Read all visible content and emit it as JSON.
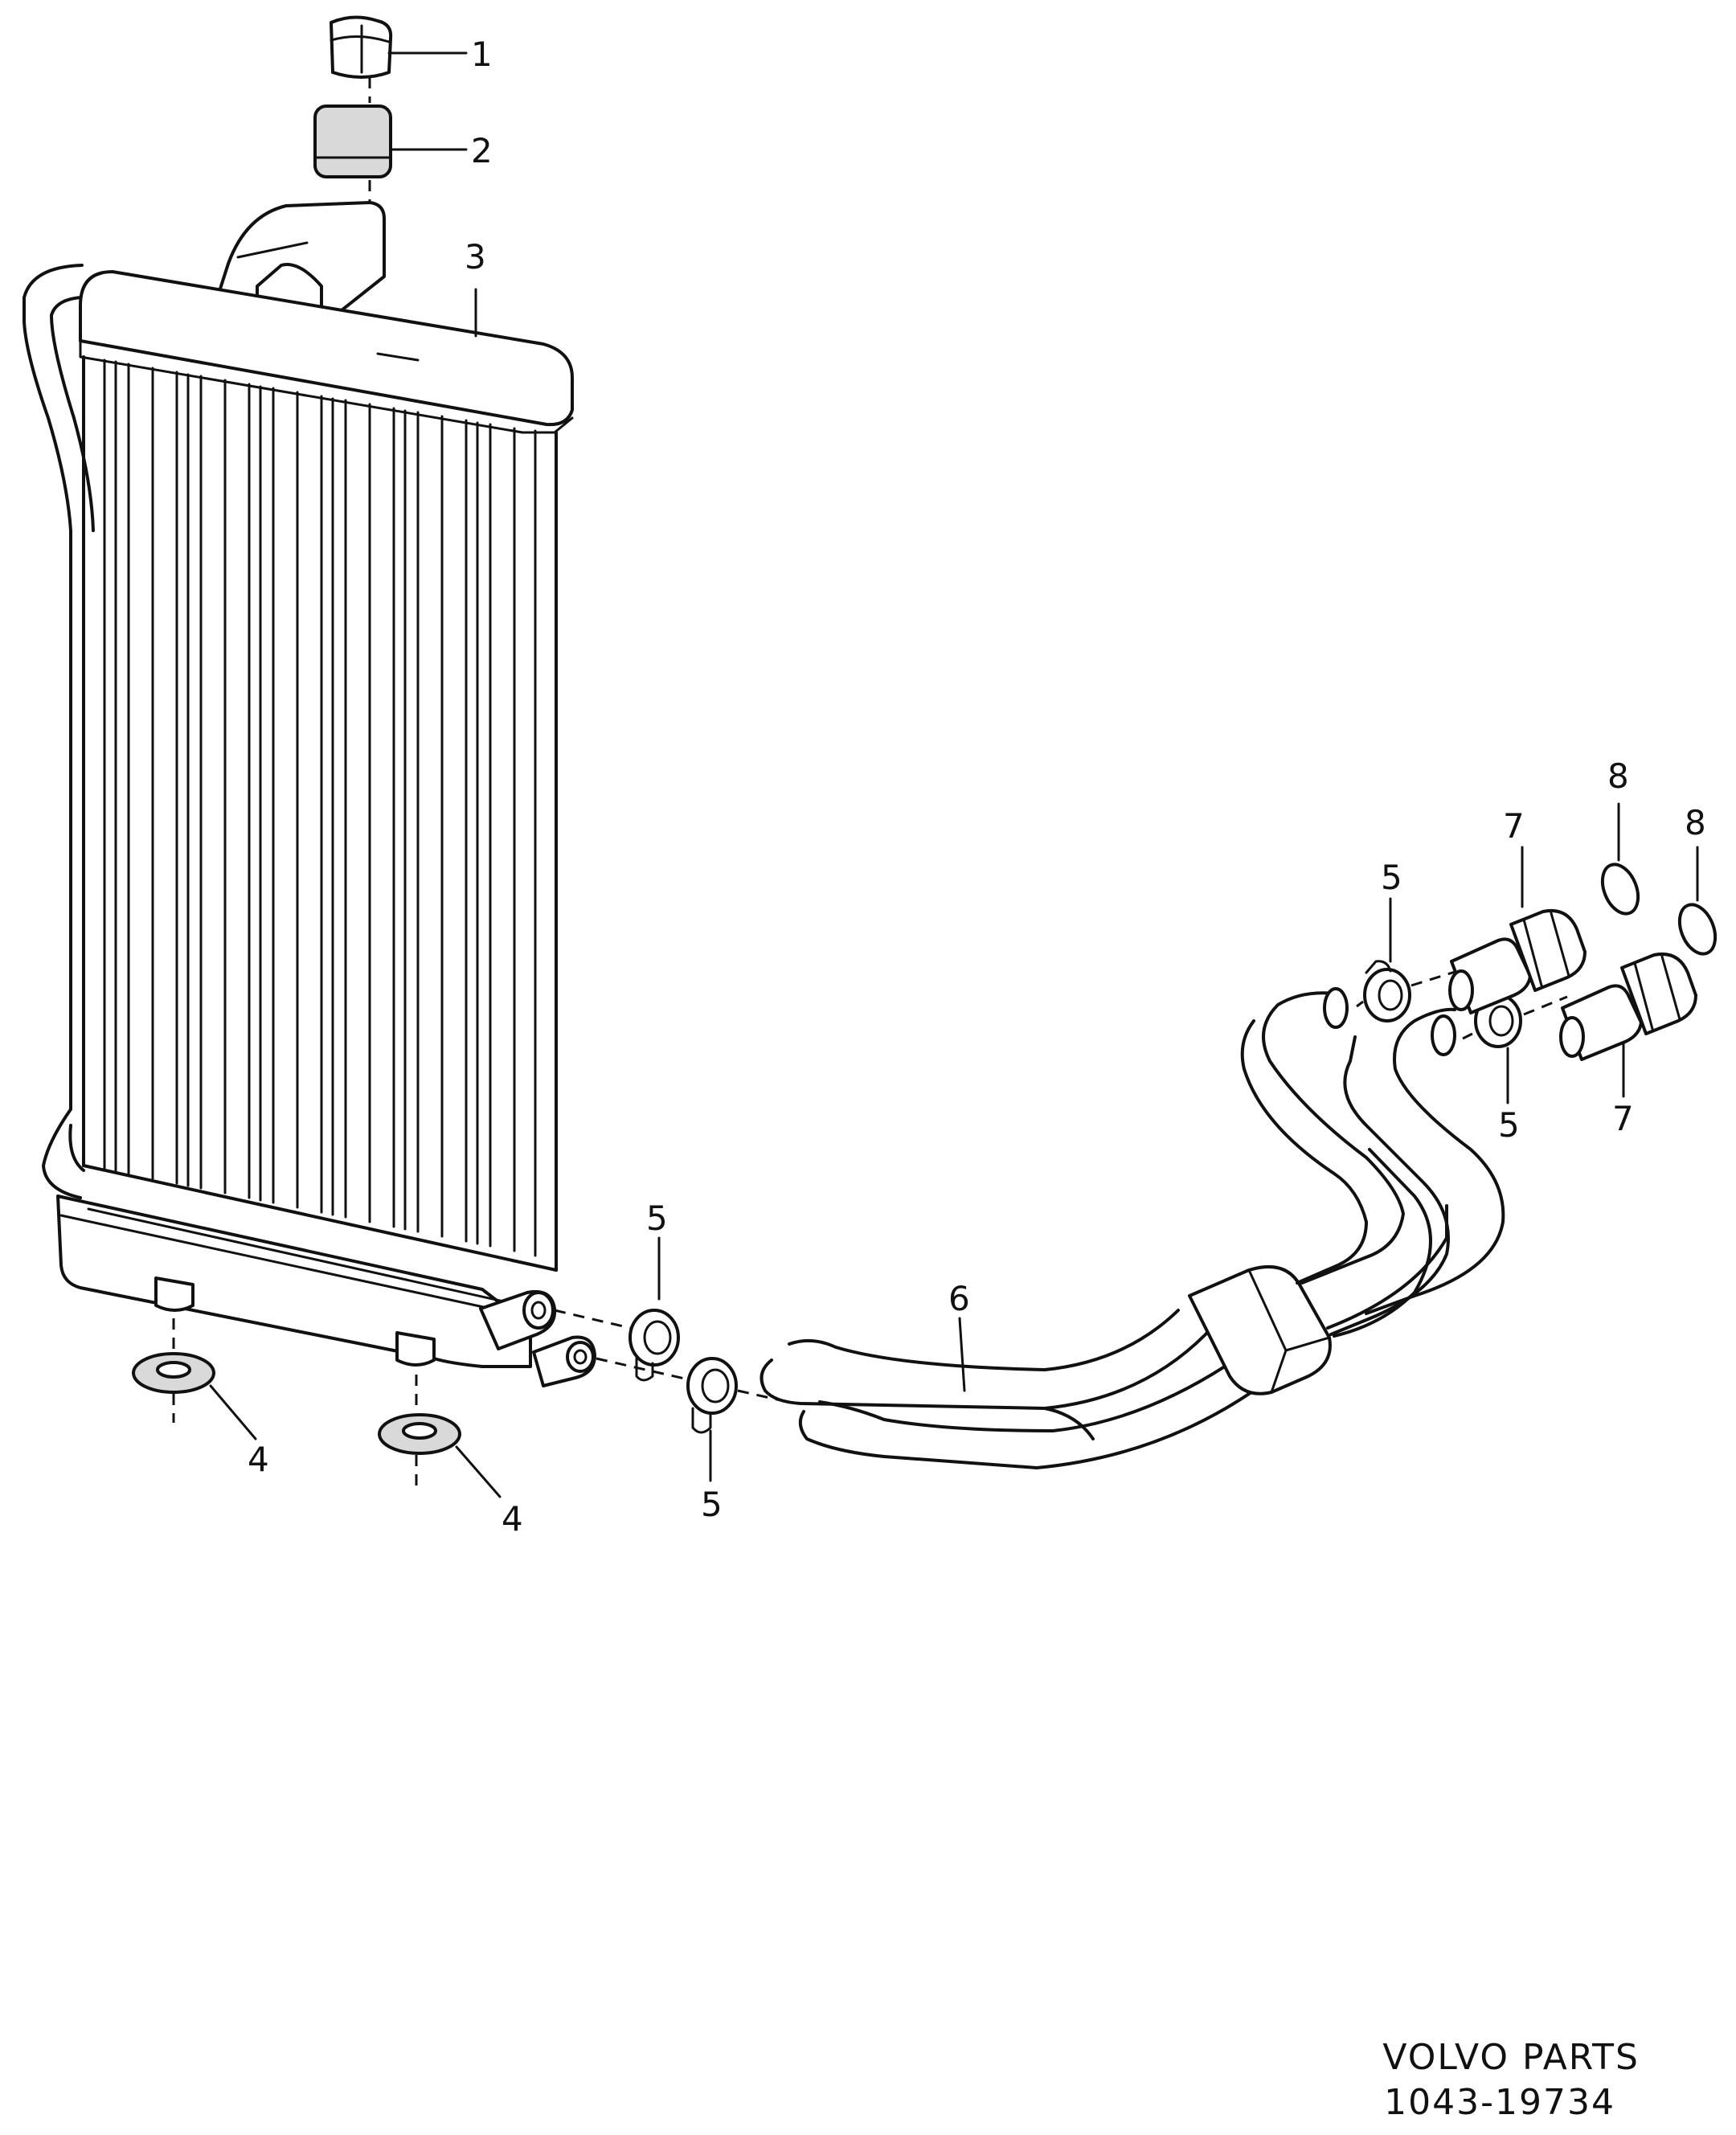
{
  "callouts": {
    "c1": "1",
    "c2": "2",
    "c3": "3",
    "c4a": "4",
    "c4b": "4",
    "c5a": "5",
    "c5b": "5",
    "c5c": "5",
    "c5d": "5",
    "c6": "6",
    "c7a": "7",
    "c7b": "7",
    "c8a": "8",
    "c8b": "8"
  },
  "footer": {
    "line1": "VOLVO PARTS",
    "line2": "1043-19734"
  }
}
